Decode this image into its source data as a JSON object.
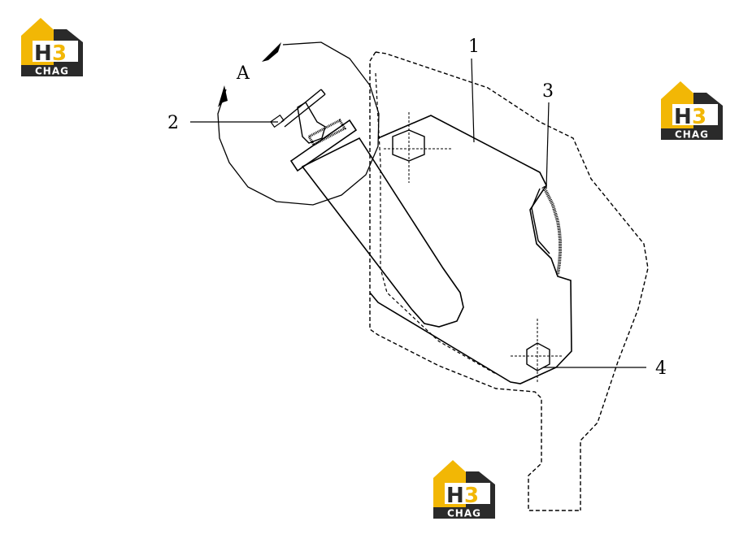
{
  "callouts": {
    "part_1": "1",
    "part_2": "2",
    "part_3": "3",
    "part_4": "4",
    "view_a": "A"
  },
  "watermark": {
    "mark": "H3",
    "word": "CHAG",
    "colors": {
      "gold": "#f2b705",
      "dark": "#2a2a2a"
    }
  },
  "colors": {
    "line": "#000000"
  }
}
